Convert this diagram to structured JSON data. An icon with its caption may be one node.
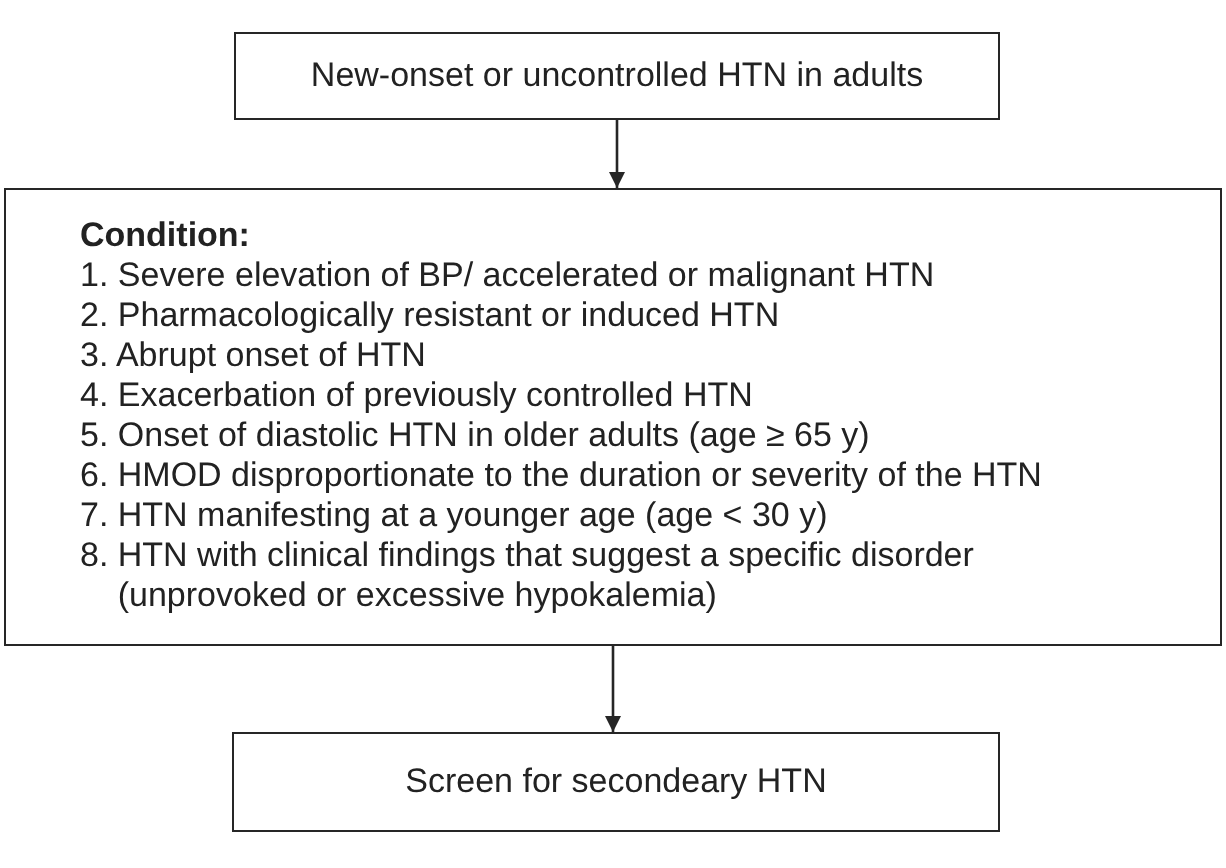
{
  "diagram": {
    "nodes": [
      {
        "text": [
          "New-onset or uncontrolled HTN in adults"
        ]
      },
      {
        "text": [
          "Condition:",
          "1. Severe elevation of BP/ accelerated or malignant HTN",
          "2. Pharmacologically resistant or induced HTN",
          "3. Abrupt onset of HTN",
          "4. Exacerbation of previously controlled HTN",
          "5. Onset of diastolic HTN in older adults (age ≥ 65 y)",
          "6. HMOD disproportionate to the duration or severity of the HTN",
          "7. HTN manifesting at a younger age (age < 30 y)",
          "8. HTN with clinical findings that suggest a specific disorder (unprovoked or excessive hypokalemia)"
        ]
      },
      {
        "text": [
          "Screen for secondeary HTN"
        ]
      }
    ],
    "edges": [
      {
        "from": 0,
        "to": 1,
        "arrow": "to"
      },
      {
        "from": 1,
        "to": 2,
        "arrow": "to"
      }
    ]
  }
}
